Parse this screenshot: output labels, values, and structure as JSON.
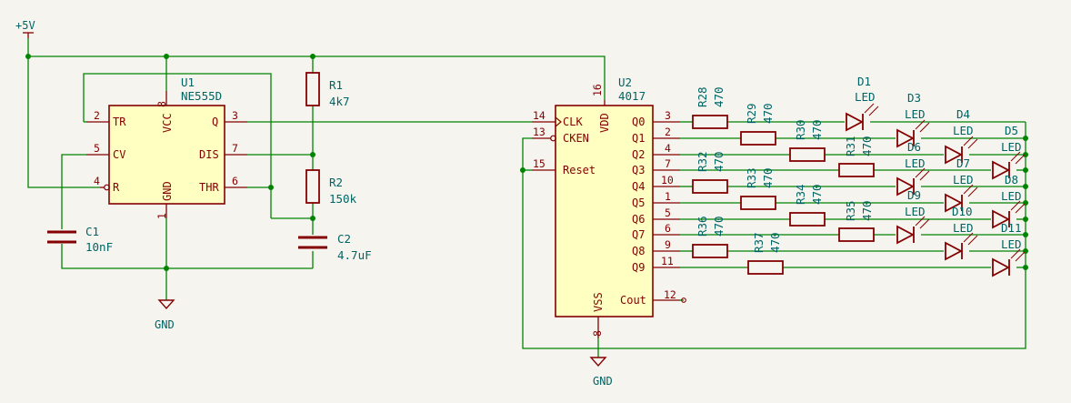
{
  "power": {
    "vcc_label": "+5V",
    "gnd_label_1": "GND",
    "gnd_label_2": "GND"
  },
  "u1": {
    "ref": "U1",
    "value": "NE555D",
    "pins": {
      "tr": {
        "num": "2",
        "name": "TR"
      },
      "cv": {
        "num": "5",
        "name": "CV"
      },
      "r": {
        "num": "4",
        "name": "R"
      },
      "vcc": {
        "num": "8",
        "name": "VCC"
      },
      "gnd": {
        "num": "1",
        "name": "GND"
      },
      "q": {
        "num": "3",
        "name": "Q"
      },
      "dis": {
        "num": "7",
        "name": "DIS"
      },
      "thr": {
        "num": "6",
        "name": "THR"
      }
    }
  },
  "u2": {
    "ref": "U2",
    "value": "4017",
    "pins": {
      "clk": {
        "num": "14",
        "name": "CLK"
      },
      "cken": {
        "num": "13",
        "name": "CKEN"
      },
      "reset": {
        "num": "15",
        "name": "Reset"
      },
      "vdd": {
        "num": "16",
        "name": "VDD"
      },
      "vss": {
        "num": "8",
        "name": "VSS"
      },
      "cout": {
        "num": "12",
        "name": "Cout"
      },
      "q0": {
        "num": "3",
        "name": "Q0"
      },
      "q1": {
        "num": "2",
        "name": "Q1"
      },
      "q2": {
        "num": "4",
        "name": "Q2"
      },
      "q3": {
        "num": "7",
        "name": "Q3"
      },
      "q4": {
        "num": "10",
        "name": "Q4"
      },
      "q5": {
        "num": "1",
        "name": "Q5"
      },
      "q6": {
        "num": "5",
        "name": "Q6"
      },
      "q7": {
        "num": "6",
        "name": "Q7"
      },
      "q8": {
        "num": "9",
        "name": "Q8"
      },
      "q9": {
        "num": "11",
        "name": "Q9"
      }
    }
  },
  "r1": {
    "ref": "R1",
    "value": "4k7"
  },
  "r2": {
    "ref": "R2",
    "value": "150k"
  },
  "c1": {
    "ref": "C1",
    "value": "10nF"
  },
  "c2": {
    "ref": "C2",
    "value": "4.7uF"
  },
  "resistors": [
    {
      "ref": "R28",
      "value": "470"
    },
    {
      "ref": "R29",
      "value": "470"
    },
    {
      "ref": "R30",
      "value": "470"
    },
    {
      "ref": "R31",
      "value": "470"
    },
    {
      "ref": "R32",
      "value": "470"
    },
    {
      "ref": "R33",
      "value": "470"
    },
    {
      "ref": "R34",
      "value": "470"
    },
    {
      "ref": "R35",
      "value": "470"
    },
    {
      "ref": "R36",
      "value": "470"
    },
    {
      "ref": "R37",
      "value": "470"
    }
  ],
  "leds": [
    {
      "ref": "D1",
      "value": "LED"
    },
    {
      "ref": "D3",
      "value": "LED"
    },
    {
      "ref": "D4",
      "value": "LED"
    },
    {
      "ref": "D5",
      "value": "LED"
    },
    {
      "ref": "D6",
      "value": "LED"
    },
    {
      "ref": "D7",
      "value": "LED"
    },
    {
      "ref": "D8",
      "value": "LED"
    },
    {
      "ref": "D9",
      "value": "LED"
    },
    {
      "ref": "D10",
      "value": "LED"
    },
    {
      "ref": "D11",
      "value": "LED"
    }
  ]
}
